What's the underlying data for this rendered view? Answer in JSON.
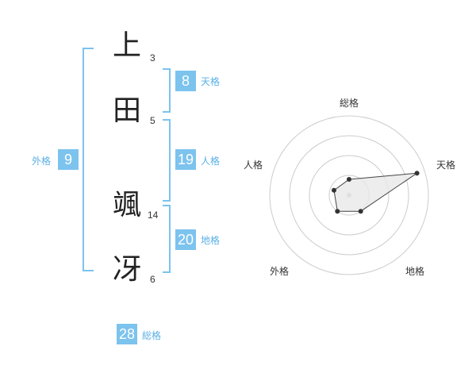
{
  "name_chars": [
    {
      "char": "上",
      "strokes": "3"
    },
    {
      "char": "田",
      "strokes": "5"
    },
    {
      "char": "颯",
      "strokes": "14"
    },
    {
      "char": "冴",
      "strokes": "6"
    }
  ],
  "fortunes": {
    "tenkaku": {
      "value": "8",
      "label": "天格"
    },
    "jinkaku": {
      "value": "19",
      "label": "人格"
    },
    "chikaku": {
      "value": "20",
      "label": "地格"
    },
    "gaikaku": {
      "value": "9",
      "label": "外格"
    },
    "soukaku": {
      "value": "28",
      "label": "総格"
    }
  },
  "chart_data": {
    "type": "radar",
    "axes": [
      "総格",
      "天格",
      "地格",
      "外格",
      "人格"
    ],
    "values": [
      0.2,
      0.9,
      0.25,
      0.25,
      0.2
    ],
    "max": 1,
    "rings": 4,
    "colors": {
      "ring": "#cccccc",
      "fill": "#e8e8e8",
      "line": "#444444",
      "point": "#333333",
      "center": "#bbbbbb"
    }
  }
}
